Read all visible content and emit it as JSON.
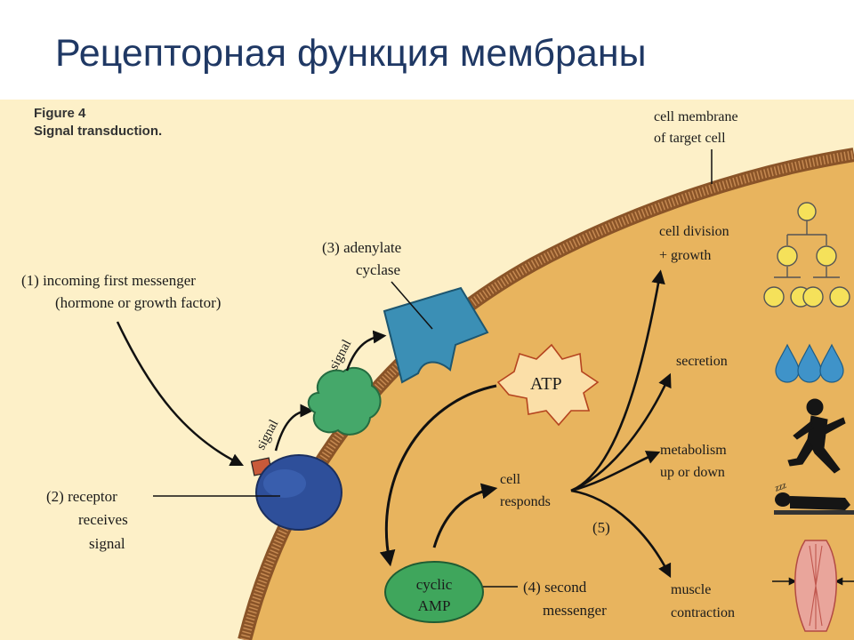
{
  "slide": {
    "title": "Рецепторная функция мембраны"
  },
  "figure": {
    "number": "Figure 4",
    "caption": "Signal transduction.",
    "membrane_label": [
      "cell membrane",
      "of target cell"
    ],
    "first_messenger": [
      "(1) incoming first messenger",
      "(hormone or growth factor)"
    ],
    "receptor": [
      "(2) receptor",
      "receives",
      "signal"
    ],
    "adenylate_cyclase": [
      "(3) adenylate",
      "cyclase"
    ],
    "signal_1": "signal",
    "signal_2": "signal",
    "atp": "ATP",
    "camp": [
      "cyclic",
      "AMP"
    ],
    "second_messenger": [
      "(4) second",
      "messenger"
    ],
    "cell_responds": [
      "cell",
      "responds"
    ],
    "step_5": "(5)",
    "responses": {
      "division": [
        "cell division",
        "+ growth"
      ],
      "secretion": "secretion",
      "metabolism": [
        "metabolism",
        "up or down"
      ],
      "muscle": [
        "muscle",
        "contraction"
      ]
    },
    "sleep_text": "zzz"
  },
  "colors": {
    "title": "#1f3864",
    "background": "#fdf0c8",
    "cell_interior": "#e8b45e",
    "membrane": "#b5763d",
    "receptor": "#2e4f9a",
    "g_protein": "#45a86a",
    "adenylate_cyclase": "#3b8fb5",
    "camp": "#3fa65c",
    "atp_star": "#fbdfa8",
    "droplet": "#3f93c9",
    "muscle": "#e9a59b"
  }
}
